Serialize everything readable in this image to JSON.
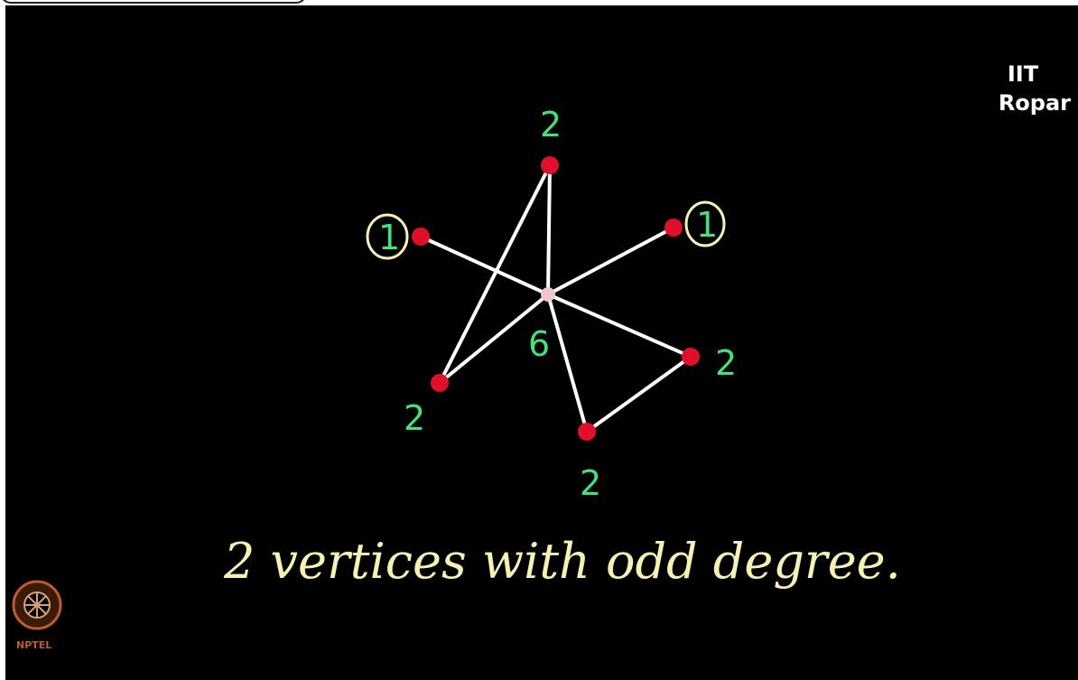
{
  "brand": {
    "line1": "IIT",
    "line2": "Ropar"
  },
  "logo": {
    "text": "NPTEL"
  },
  "graph": {
    "vertices": [
      {
        "id": "top",
        "degree": "2",
        "odd": false
      },
      {
        "id": "upper-left",
        "degree": "1",
        "odd": true
      },
      {
        "id": "upper-right",
        "degree": "1",
        "odd": true
      },
      {
        "id": "center",
        "degree": "6",
        "odd": false
      },
      {
        "id": "right",
        "degree": "2",
        "odd": false
      },
      {
        "id": "bottom-left",
        "degree": "2",
        "odd": false
      },
      {
        "id": "bottom",
        "degree": "2",
        "odd": false
      }
    ],
    "edges": [
      [
        "upper-left",
        "center"
      ],
      [
        "upper-right",
        "center"
      ],
      [
        "top",
        "center"
      ],
      [
        "top",
        "bottom-left"
      ],
      [
        "bottom-left",
        "center"
      ],
      [
        "center",
        "right"
      ],
      [
        "center",
        "bottom"
      ],
      [
        "bottom",
        "right"
      ]
    ]
  },
  "caption": "2 vertices with odd degree.",
  "colors": {
    "background": "#000000",
    "edge": "#ffffff",
    "vertex": "#e0102a",
    "degree_label": "#45e07a",
    "odd_circle": "#f6f2b4",
    "caption": "#f6f2b4"
  }
}
